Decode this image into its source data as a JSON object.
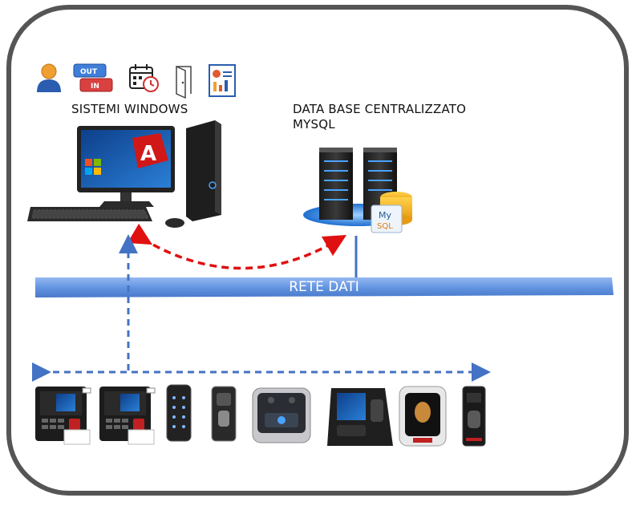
{
  "labels": {
    "windows": "SISTEMI WINDOWS",
    "database_line1": "DATA BASE CENTRALIZZATO",
    "database_line2": "MYSQL",
    "network": "RETE DATI"
  },
  "icons": [
    "user-icon",
    "out-in-icon",
    "calendar-clock-icon",
    "door-icon",
    "report-icon"
  ],
  "database_badge": {
    "line1": "My",
    "line2": "SQL"
  },
  "devices": [
    "fingerprint-terminal-wifi",
    "fingerprint-terminal-wifi",
    "keypad-reader",
    "fingerprint-reader",
    "face-fingerprint-terminal",
    "face-recognition-terminal",
    "face-terminal-portrait",
    "fingerprint-reader-slim"
  ],
  "colors": {
    "frame": "#555555",
    "network_bar": "#5b8fe0",
    "connector_blue": "#4472c4",
    "connector_red": "#e01010"
  }
}
